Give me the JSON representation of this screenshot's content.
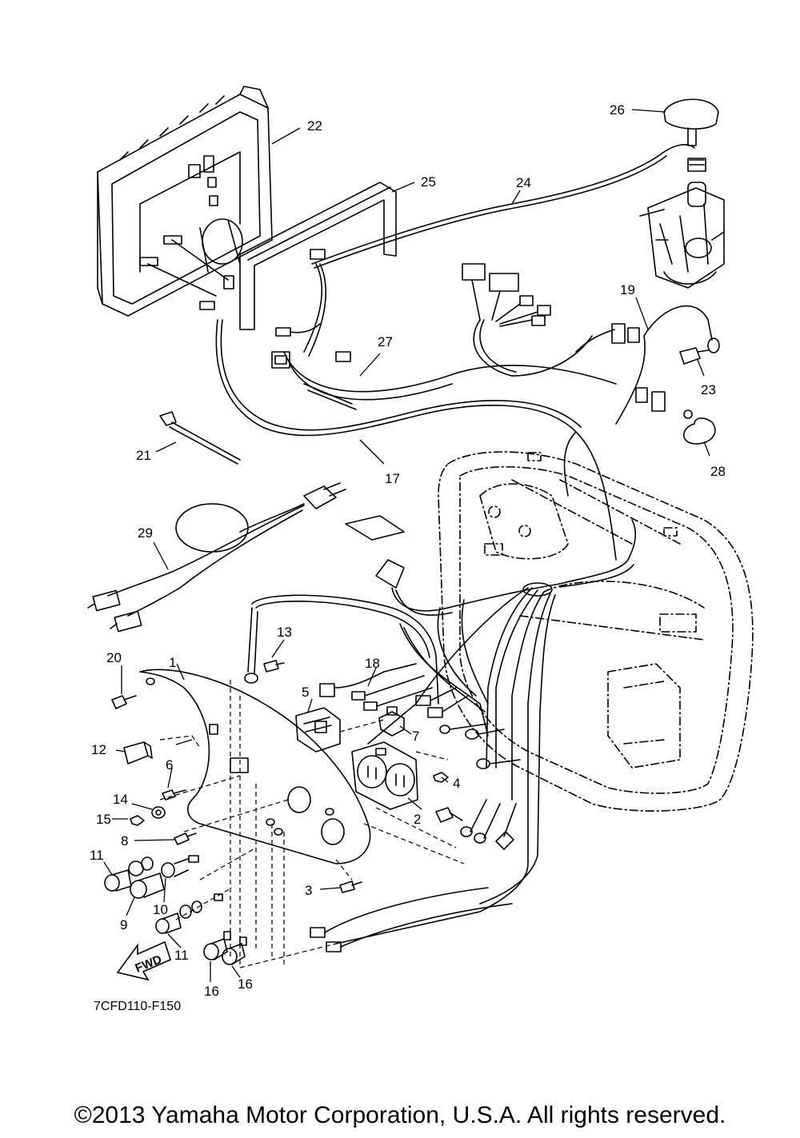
{
  "figure_code": "7CFD110-F150",
  "copyright": "©2013 Yamaha Motor Corporation, U.S.A. All rights reserved.",
  "direction_arrow": "FWD",
  "callouts": [
    "1",
    "2",
    "3",
    "4",
    "5",
    "6",
    "7",
    "8",
    "9",
    "10",
    "11",
    "11",
    "12",
    "13",
    "14",
    "15",
    "16",
    "16",
    "17",
    "18",
    "19",
    "20",
    "21",
    "22",
    "23",
    "24",
    "25",
    "26",
    "27",
    "28",
    "29"
  ]
}
